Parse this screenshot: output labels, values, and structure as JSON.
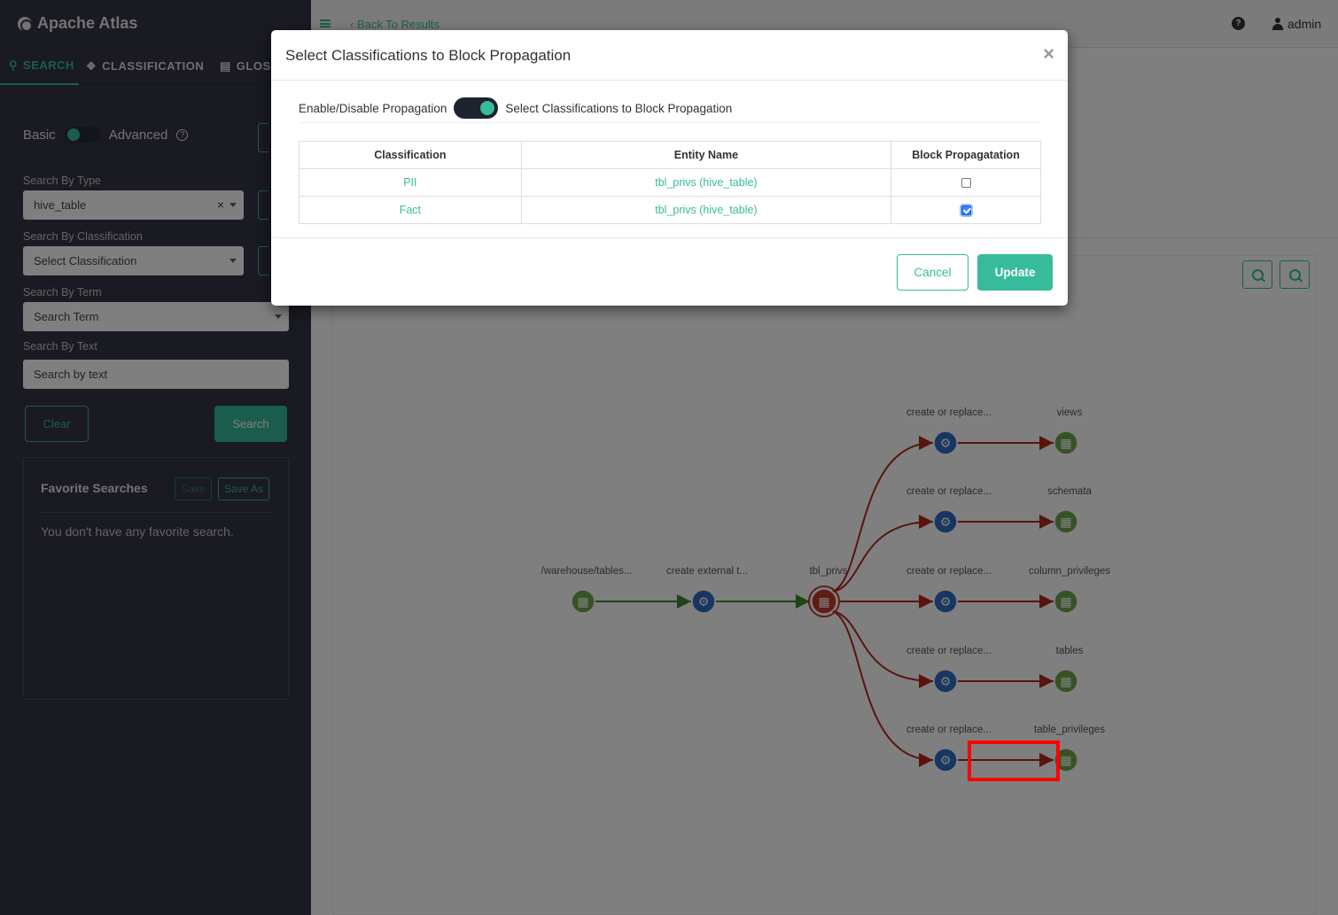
{
  "app": {
    "title": "Apache Atlas"
  },
  "sidebar": {
    "tabs": [
      {
        "label": "SEARCH"
      },
      {
        "label": "CLASSIFICATION"
      },
      {
        "label": "GLOSS"
      }
    ],
    "mode": {
      "basic": "Basic",
      "advanced": "Advanced"
    },
    "type": {
      "label": "Search By Type",
      "value": "hive_table"
    },
    "classification": {
      "label": "Search By Classification",
      "placeholder": "Select Classification"
    },
    "term": {
      "label": "Search By Term",
      "placeholder": "Search Term"
    },
    "text": {
      "label": "Search By Text",
      "placeholder": "Search by text"
    },
    "clear_label": "Clear",
    "search_label": "Search",
    "favorites": {
      "title": "Favorite Searches",
      "save_label": "Save",
      "save_as_label": "Save As",
      "empty": "You don't have any favorite search."
    }
  },
  "topbar": {
    "back_label": "Back To Results",
    "user": "admin"
  },
  "lineage": {
    "nodes": [
      {
        "label": "/warehouse/tables..."
      },
      {
        "label": "create external t..."
      },
      {
        "label": "tbl_privs"
      },
      {
        "label": "create or replace..."
      },
      {
        "label": "views"
      },
      {
        "label": "create or replace..."
      },
      {
        "label": "schemata"
      },
      {
        "label": "create or replace..."
      },
      {
        "label": "column_privileges"
      },
      {
        "label": "create or replace..."
      },
      {
        "label": "tables"
      },
      {
        "label": "create or replace..."
      },
      {
        "label": "table_privileges"
      }
    ],
    "colors": {
      "input": "#3c8b2c",
      "output": "#b02a18",
      "process": "#2f6cc2",
      "dataset": "#6fa74a",
      "current": "#c0392b"
    }
  },
  "modal": {
    "title": "Select Classifications to Block Propagation",
    "close_glyph": "×",
    "toggle_left": "Enable/Disable Propagation",
    "toggle_right": "Select Classifications to Block Propagation",
    "columns": [
      "Classification",
      "Entity Name",
      "Block Propagatation"
    ],
    "rows": [
      {
        "classification": "PII",
        "entity": "tbl_privs (hive_table)",
        "blocked": false
      },
      {
        "classification": "Fact",
        "entity": "tbl_privs (hive_table)",
        "blocked": true
      }
    ],
    "cancel_label": "Cancel",
    "update_label": "Update"
  }
}
